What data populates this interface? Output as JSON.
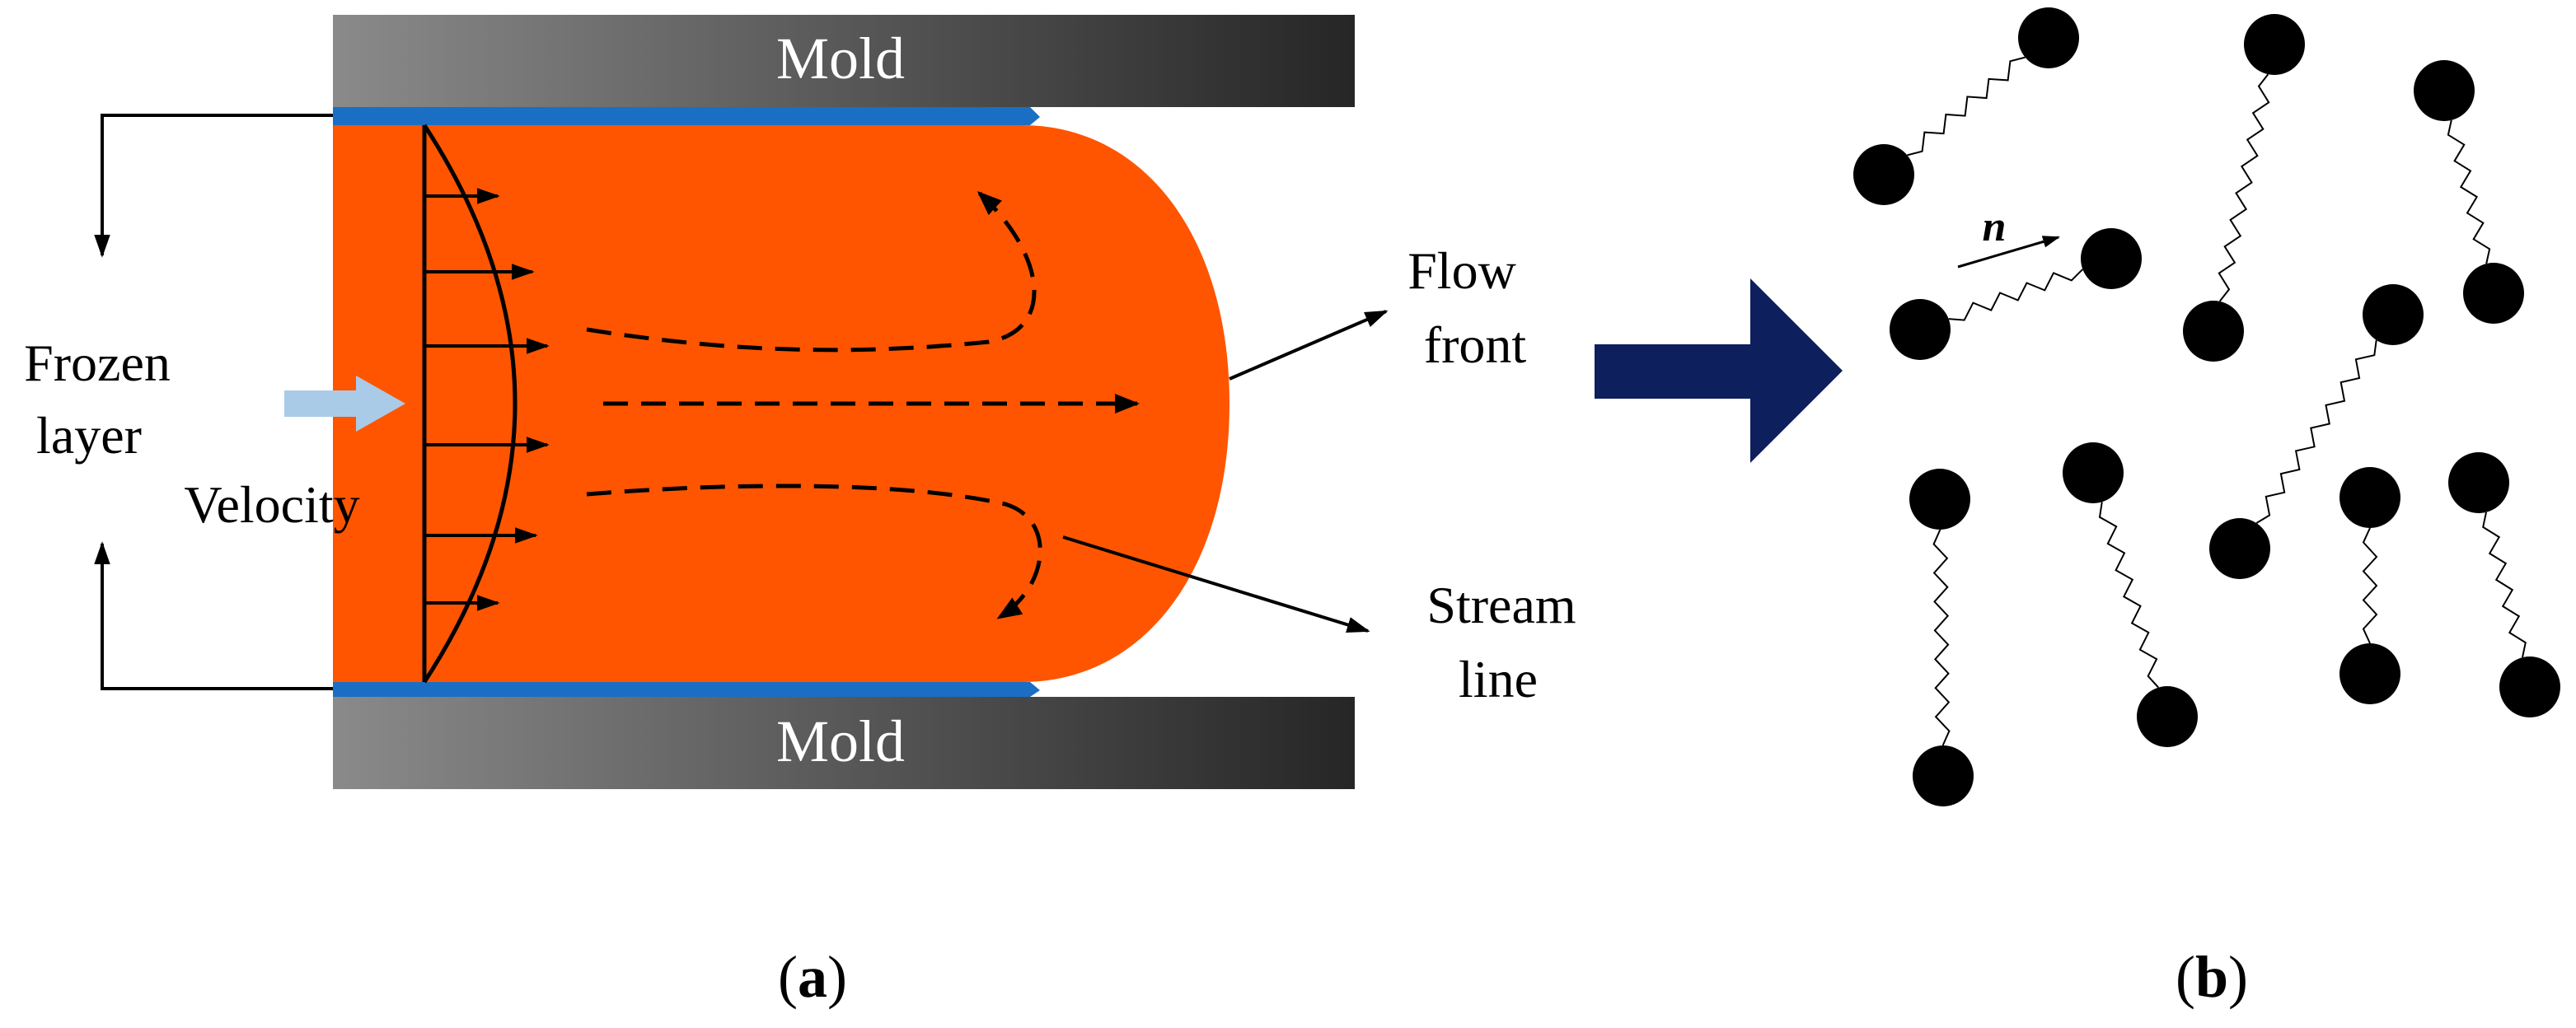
{
  "panel_a": {
    "mold_top_label": "Mold",
    "mold_bottom_label": "Mold",
    "frozen_layer_line1": "Frozen",
    "frozen_layer_line2": "layer",
    "velocity_label": "Velocity",
    "flow_front_line1": "Flow",
    "flow_front_line2": "front",
    "stream_line_line1": "Stream",
    "stream_line_line2": "line",
    "caption_letter": "a",
    "caption_open": "(",
    "caption_close": ")"
  },
  "panel_b": {
    "orientation_label": "n",
    "caption_letter": "b",
    "caption_open": "(",
    "caption_close": ")"
  },
  "colors": {
    "melt": "#ff5500",
    "frozen_layer": "#1a6fc4",
    "mold_light": "#8a8a8a",
    "mold_dark": "#262626",
    "big_arrow": "#0d1f5c",
    "injection_arrow": "#a9cbe8",
    "ink": "#000000"
  },
  "icons": {
    "transition_arrow": "right-arrow-icon",
    "injection_arrow": "right-arrow-icon",
    "chain_end": "filled-circle-icon"
  }
}
